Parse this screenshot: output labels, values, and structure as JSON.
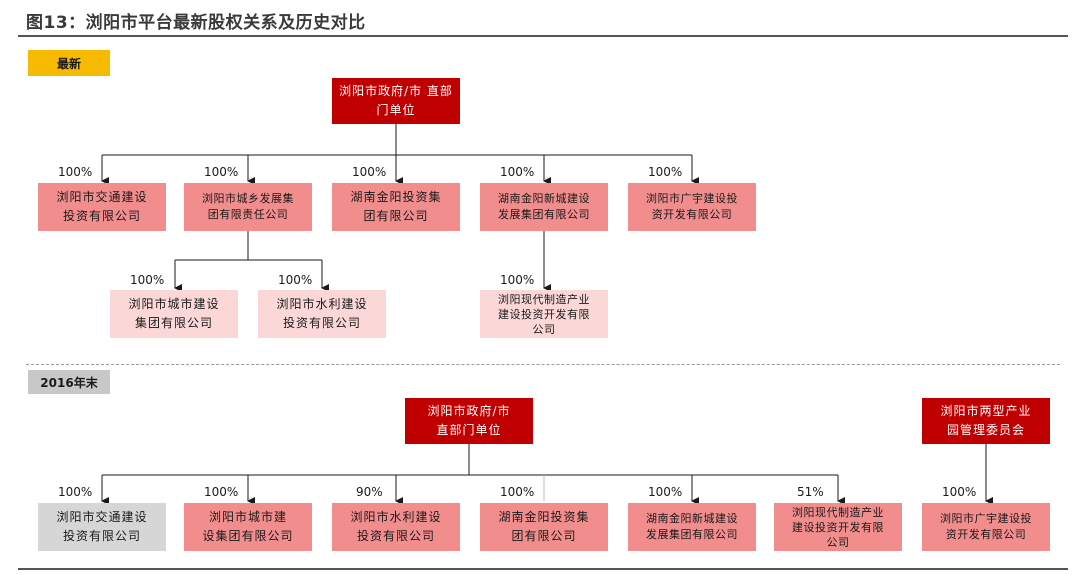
{
  "title": "图13：浏阳市平台最新股权关系及历史对比",
  "section_latest": "最新",
  "section_2016": "2016年末",
  "latest": {
    "root": "浏阳市政府/市\n直部门单位",
    "children": [
      {
        "name": "浏阳市交通建设\n投资有限公司",
        "pct": "100%"
      },
      {
        "name": "浏阳市城乡发展集\n团有限责任公司",
        "pct": "100%"
      },
      {
        "name": "湖南金阳投资集\n团有限公司",
        "pct": "100%"
      },
      {
        "name": "湖南金阳新城建设\n发展集团有限公司",
        "pct": "100%"
      },
      {
        "name": "浏阳市广宇建设投\n资开发有限公司",
        "pct": "100%"
      }
    ],
    "grandchildren": [
      {
        "name": "浏阳市城市建设\n集团有限公司",
        "pct": "100%"
      },
      {
        "name": "浏阳市水利建设\n投资有限公司",
        "pct": "100%"
      },
      {
        "name": "浏阳现代制造产业\n建设投资开发有限\n公司",
        "pct": "100%"
      }
    ]
  },
  "y2016": {
    "root": "浏阳市政府/市\n直部门单位",
    "root2": "浏阳市两型产业\n园管理委员会",
    "children": [
      {
        "name": "浏阳市交通建设\n投资有限公司",
        "pct": "100%"
      },
      {
        "name": "浏阳市城市建\n设集团有限公司",
        "pct": "100%"
      },
      {
        "name": "浏阳市水利建设\n投资有限公司",
        "pct": "90%"
      },
      {
        "name": "湖南金阳投资集\n团有限公司",
        "pct": "100%"
      },
      {
        "name": "湖南金阳新城建设\n发展集团有限公司",
        "pct": "100%"
      },
      {
        "name": "浏阳现代制造产业\n建设投资开发有限\n公司",
        "pct": "51%"
      },
      {
        "name": "浏阳市广宇建设投\n资开发有限公司",
        "pct": "100%"
      }
    ]
  }
}
